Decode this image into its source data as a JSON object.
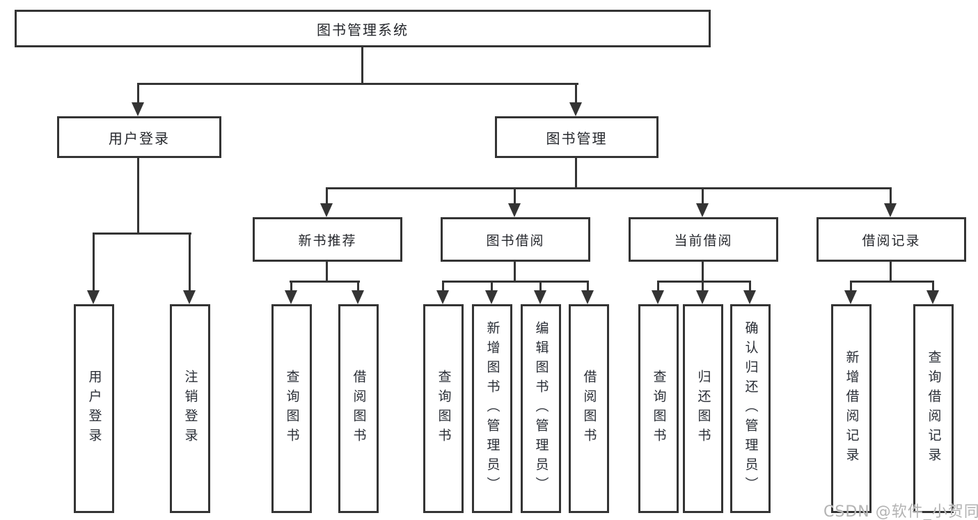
{
  "diagram": {
    "root_label": "图书管理系统",
    "branches": [
      {
        "label": "用户登录",
        "leaves": [
          "用户登录",
          "注销登录"
        ]
      },
      {
        "label": "图书管理",
        "groups": [
          {
            "label": "新书推荐",
            "leaves": [
              "查询图书",
              "借阅图书"
            ]
          },
          {
            "label": "图书借阅",
            "leaves": [
              "查询图书",
              "新增图书（管理员）",
              "编辑图书（管理员）",
              "借阅图书"
            ]
          },
          {
            "label": "当前借阅",
            "leaves": [
              "查询图书",
              "归还图书",
              "确认归还（管理员）"
            ]
          },
          {
            "label": "借阅记录",
            "leaves": [
              "新增借阅记录",
              "查询借阅记录"
            ]
          }
        ]
      }
    ]
  },
  "watermark": "CSDN @软件_小贺同学",
  "colors": {
    "line": "#343434",
    "box_border": "#343434",
    "text": "#25272c",
    "watermark": "#b3b3b3",
    "background": "#ffffff"
  }
}
